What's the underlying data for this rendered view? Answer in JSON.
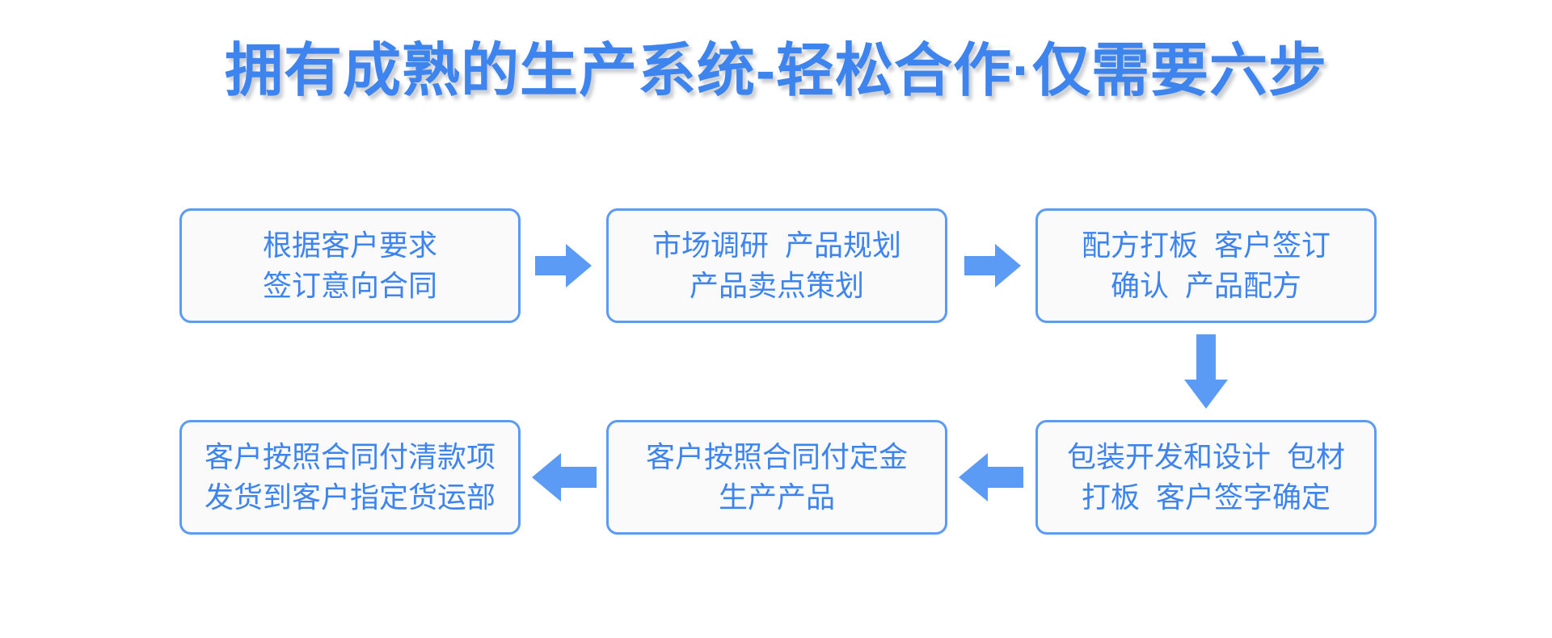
{
  "page": {
    "title": "拥有成熟的生产系统-轻松合作·仅需要六步",
    "background_color": "#ffffff",
    "accent_color": "#3D84EE",
    "border_color": "#5B9BF5",
    "box_fill_color": "#FAFAFA",
    "arrow_color": "#5B9BF5"
  },
  "flow": {
    "steps": [
      {
        "id": "step-1",
        "line1": "根据客户要求",
        "line2": "签订意向合同"
      },
      {
        "id": "step-2",
        "line1": "市场调研  产品规划",
        "line2": "产品卖点策划"
      },
      {
        "id": "step-3",
        "line1": "配方打板  客户签订",
        "line2": "确认  产品配方"
      },
      {
        "id": "step-4",
        "line1": "包装开发和设计  包材",
        "line2": "打板  客户签字确定"
      },
      {
        "id": "step-5",
        "line1": "客户按照合同付定金",
        "line2": "生产产品"
      },
      {
        "id": "step-6",
        "line1": "客户按照合同付清款项",
        "line2": "发货到客户指定货运部"
      }
    ],
    "connectors": [
      {
        "id": "connector-1",
        "icon": "arrow-right-icon",
        "direction": "right",
        "from": "step-1",
        "to": "step-2"
      },
      {
        "id": "connector-2",
        "icon": "arrow-right-icon",
        "direction": "right",
        "from": "step-2",
        "to": "step-3"
      },
      {
        "id": "connector-3",
        "icon": "arrow-down-icon",
        "direction": "down",
        "from": "step-3",
        "to": "step-4"
      },
      {
        "id": "connector-4",
        "icon": "arrow-left-icon",
        "direction": "left",
        "from": "step-4",
        "to": "step-5"
      },
      {
        "id": "connector-5",
        "icon": "arrow-left-icon",
        "direction": "left",
        "from": "step-5",
        "to": "step-6"
      }
    ]
  }
}
